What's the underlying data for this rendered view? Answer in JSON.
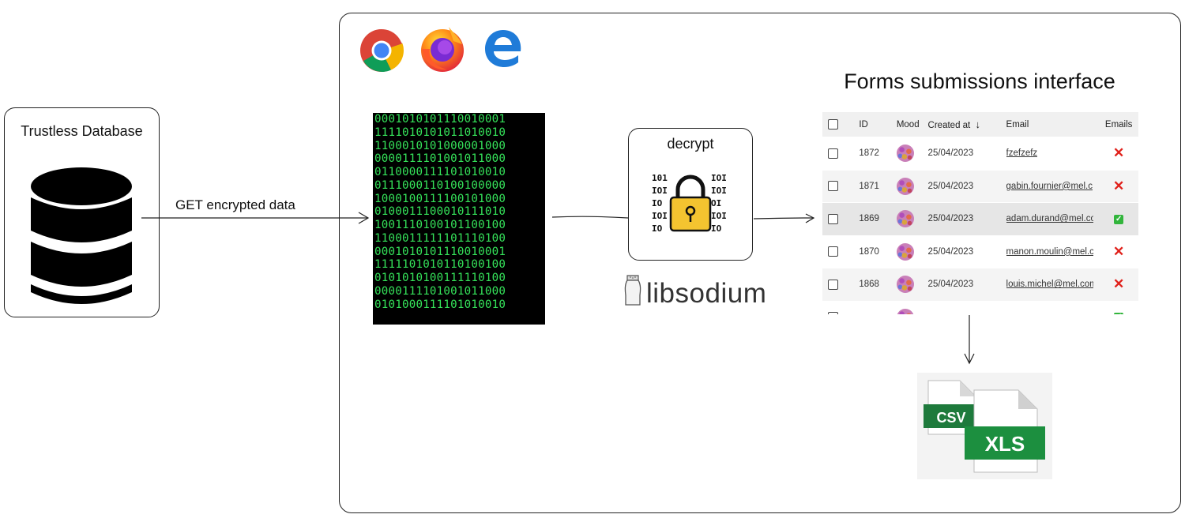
{
  "database": {
    "title": "Trustless Database",
    "icon": "database-icon"
  },
  "request": {
    "label": "GET encrypted data"
  },
  "encrypted_matrix": {
    "rows": [
      "0001010101110010001",
      "1111010101011010010",
      "1100010101000001000",
      "0000111101001011000",
      "0110000111101010010",
      "0111000110100100000",
      "1000100111100101000",
      "0100011100010111010",
      "1001110100101100100",
      "1100011111101110100",
      "0001010101110010001",
      "1111101010110100100",
      "0101010100111110100",
      "0000111101001011000",
      "0101000111101010010"
    ],
    "text_color": "#35e35a"
  },
  "browsers": [
    "chrome-icon",
    "firefox-icon",
    "edge-icon"
  ],
  "decrypt": {
    "label": "decrypt",
    "icon": "padlock-icon"
  },
  "library": {
    "name": "libsodium",
    "icon": "salt-shaker-icon"
  },
  "forms": {
    "title": "Forms submissions interface",
    "columns": [
      "ID",
      "Mood",
      "Created at",
      "Email",
      "Emails"
    ],
    "sort_icon": "arrow-down-icon",
    "rows": [
      {
        "id": "1872",
        "created": "25/04/2023",
        "email": "fzefzefz",
        "status": "no"
      },
      {
        "id": "1871",
        "created": "25/04/2023",
        "email": "gabin.fournier@mel.c",
        "status": "no"
      },
      {
        "id": "1869",
        "created": "25/04/2023",
        "email": "adam.durand@mel.co",
        "status": "yes"
      },
      {
        "id": "1870",
        "created": "25/04/2023",
        "email": "manon.moulin@mel.c",
        "status": "no"
      },
      {
        "id": "1868",
        "created": "25/04/2023",
        "email": "louis.michel@mel.com",
        "status": "no"
      }
    ]
  },
  "exports": {
    "csv": "CSV",
    "xls": "XLS",
    "csv_color": "#1e7a3c",
    "xls_color": "#1c8f3f"
  }
}
